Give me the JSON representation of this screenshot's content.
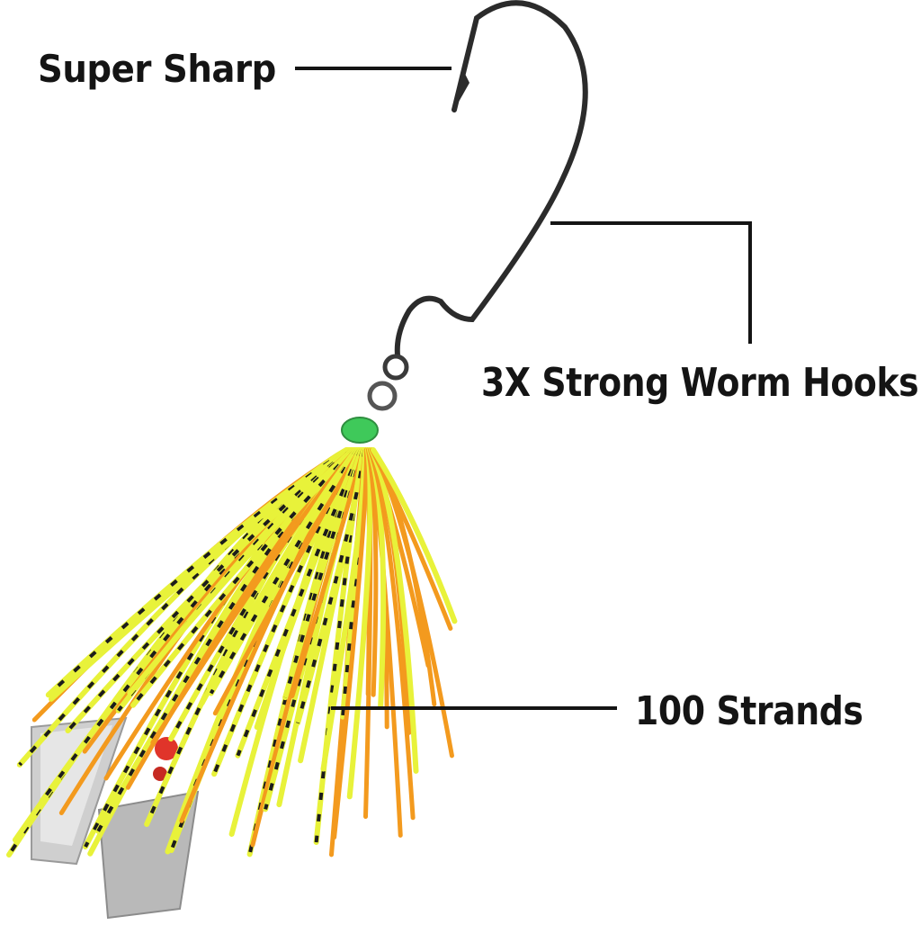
{
  "callouts": {
    "super_sharp": "Super Sharp",
    "strong_hooks": "3X Strong Worm Hooks",
    "strands": "100 Strands"
  },
  "colors": {
    "background": "#ffffff",
    "text": "#141414",
    "hook": "#2b2b2b",
    "skirt_yellow": "#e8f23a",
    "skirt_orange": "#f39a1e",
    "stripe": "#1c1c1c",
    "blade": "#c9c9c9",
    "bead_green": "#3fc95a",
    "bead_red": "#e0342a"
  },
  "icons": [
    "fishing-hook-icon",
    "silicone-skirt-icon",
    "spinner-blade-icon"
  ]
}
